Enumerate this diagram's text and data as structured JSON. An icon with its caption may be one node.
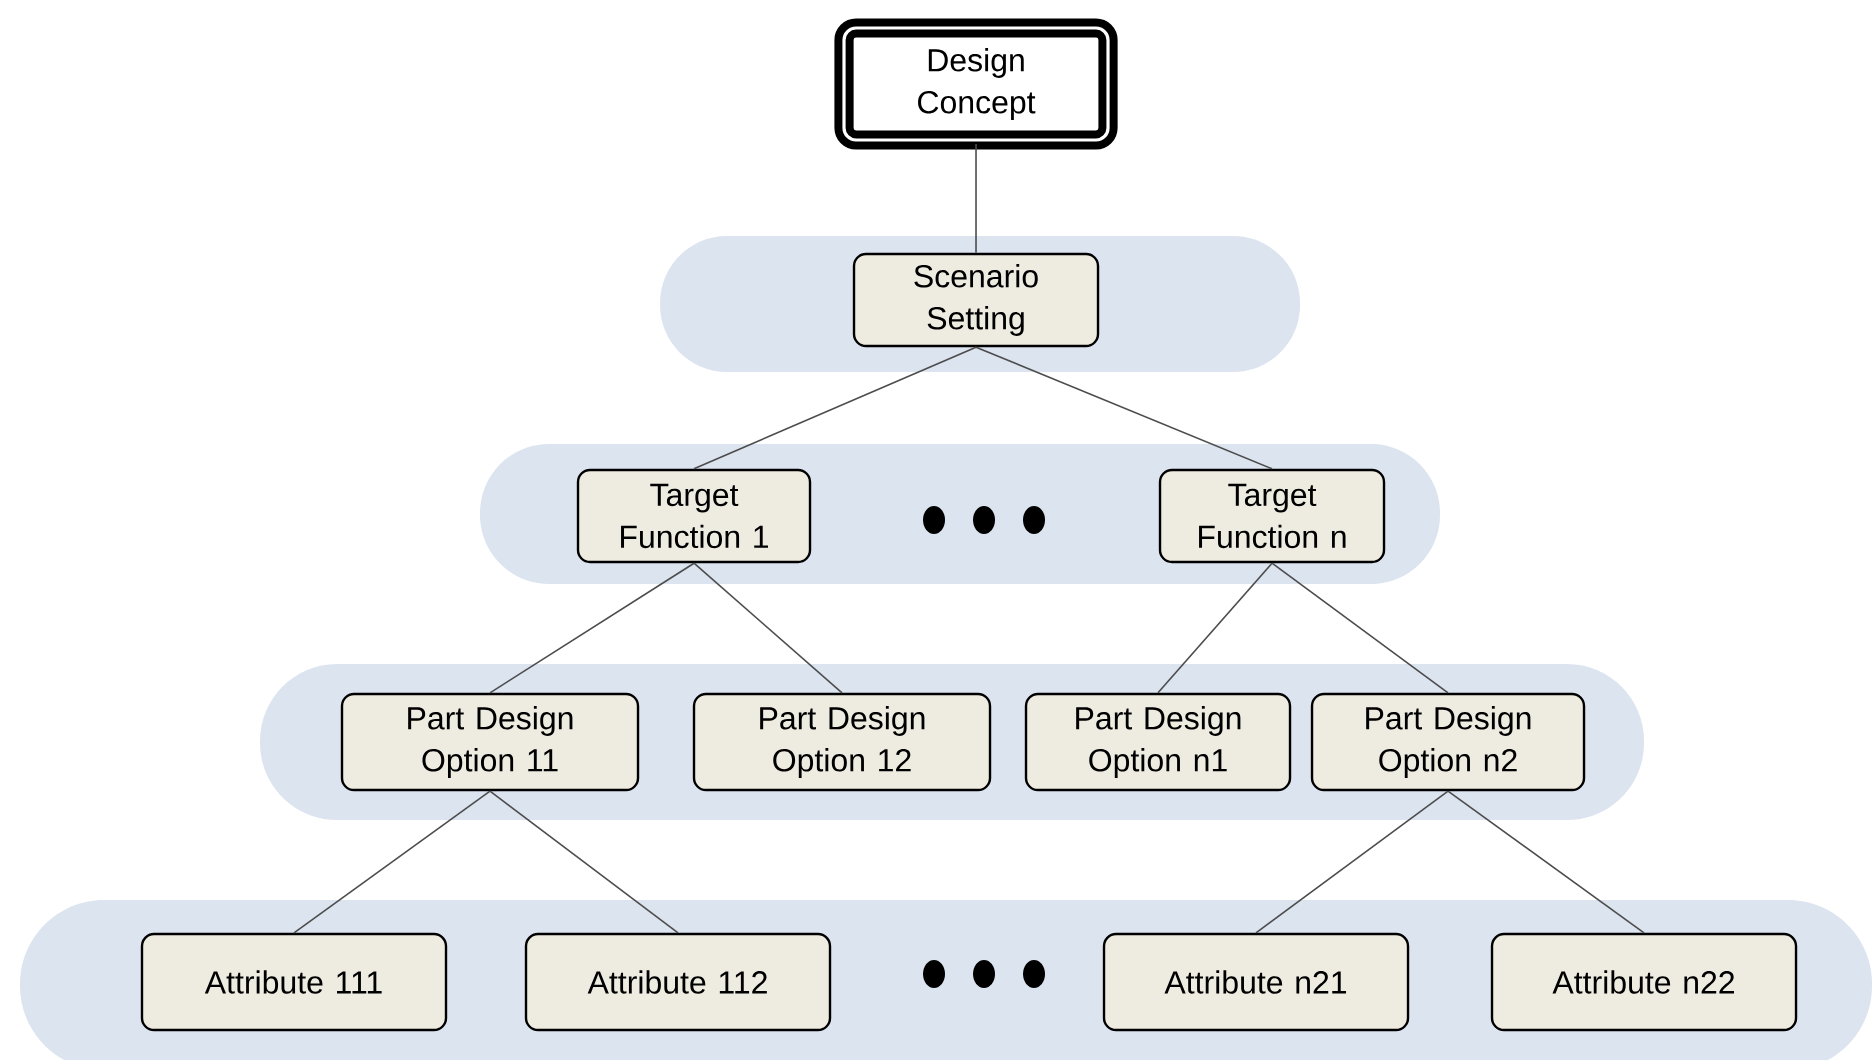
{
  "diagram": {
    "nodes": [
      {
        "text": [
          "Design Concept"
        ]
      },
      {
        "text": [
          "Scenario Setting"
        ]
      },
      {
        "text": [
          "Target Function 1"
        ]
      },
      {
        "text": [
          "Target Function n"
        ]
      },
      {
        "text": [
          "Part Design Option 11"
        ]
      },
      {
        "text": [
          "Part Design Option 12"
        ]
      },
      {
        "text": [
          "Part Design Option n1"
        ]
      },
      {
        "text": [
          "Part Design Option n2"
        ]
      },
      {
        "text": [
          "Attribute 111"
        ]
      },
      {
        "text": [
          "Attribute 112"
        ]
      },
      {
        "text": [
          "Attribute n21"
        ]
      },
      {
        "text": [
          "Attribute n22"
        ]
      }
    ],
    "edges": [
      {
        "from": 0,
        "to": 1,
        "arrow": "none"
      },
      {
        "from": 1,
        "to": 2,
        "arrow": "none"
      },
      {
        "from": 1,
        "to": 3,
        "arrow": "none"
      },
      {
        "from": 2,
        "to": 4,
        "arrow": "none"
      },
      {
        "from": 2,
        "to": 5,
        "arrow": "none"
      },
      {
        "from": 3,
        "to": 6,
        "arrow": "none"
      },
      {
        "from": 3,
        "to": 7,
        "arrow": "none"
      },
      {
        "from": 4,
        "to": 8,
        "arrow": "none"
      },
      {
        "from": 4,
        "to": 9,
        "arrow": "none"
      },
      {
        "from": 7,
        "to": 10,
        "arrow": "none"
      },
      {
        "from": 7,
        "to": 11,
        "arrow": "none"
      }
    ]
  }
}
